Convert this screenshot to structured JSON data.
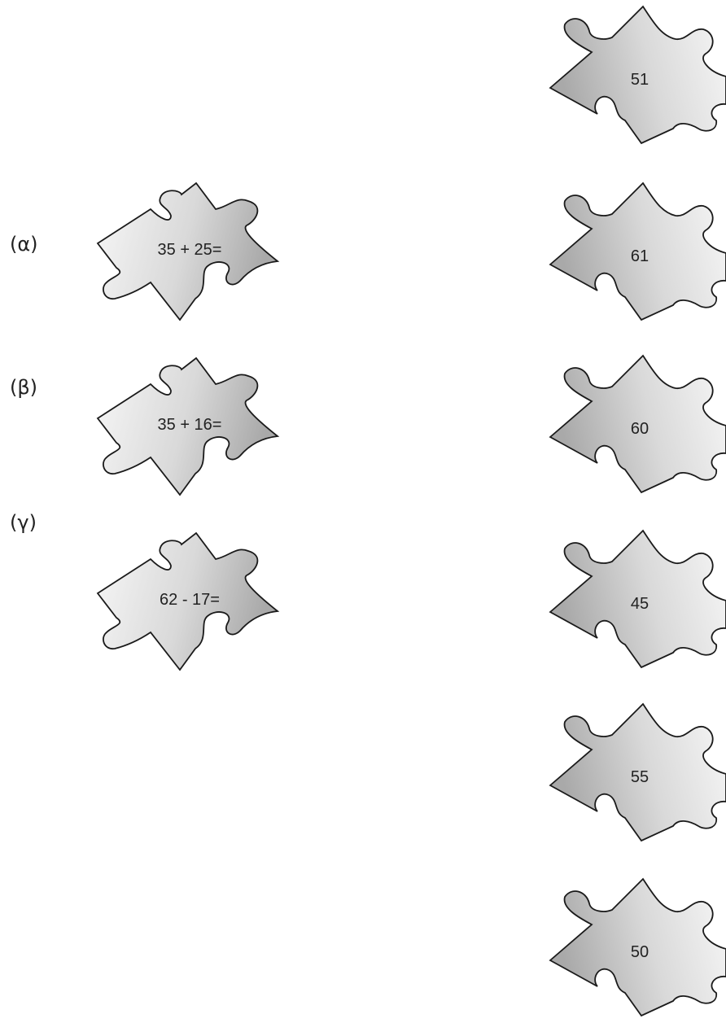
{
  "labels": [
    "(α)",
    "(β)",
    "(γ)"
  ],
  "left_pieces": [
    {
      "text": "35 + 25="
    },
    {
      "text": "35 + 16="
    },
    {
      "text": "62 - 17="
    }
  ],
  "right_pieces": [
    {
      "text": "51"
    },
    {
      "text": "61"
    },
    {
      "text": "60"
    },
    {
      "text": "45"
    },
    {
      "text": "55"
    },
    {
      "text": "50"
    }
  ],
  "colors": {
    "piece_light": "#f7f7f7",
    "piece_dark": "#a9a9a9",
    "outline": "#1a1a1a"
  }
}
